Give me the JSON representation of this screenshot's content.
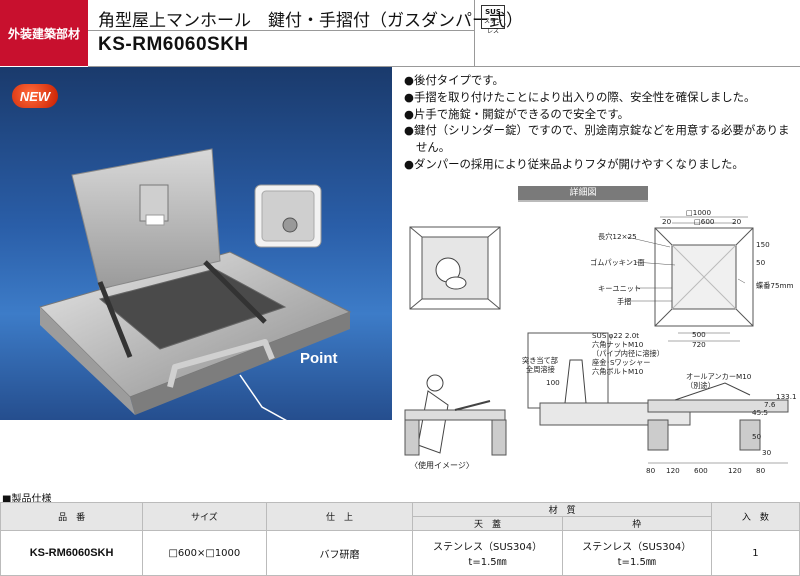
{
  "header": {
    "category": "外装建築部材",
    "title": "角型屋上マンホール　鍵付・手摺付（ガスダンパー式）",
    "model": "KS-RM6060SKH",
    "badge_top": "SUS",
    "badge_bottom": "ステンレス"
  },
  "photo": {
    "new_badge": "NEW",
    "callout": "Point"
  },
  "features": [
    "●後付タイプです。",
    "●手摺を取り付けたことにより出入りの際、安全性を確保しました。",
    "●片手で施錠・開錠ができるので安全です。",
    "●鍵付（シリンダー錠）ですので、別途南京錠などを用意する必要がありません。",
    "●ダンパーの採用により従来品よりフタが開けやすくなりました。"
  ],
  "detail": {
    "header": "詳細図",
    "caption": "〈使用イメージ〉",
    "labels": {
      "outer": "□1000",
      "inner": "□600",
      "d20a": "20",
      "d20b": "20",
      "slot": "長穴12×25",
      "gasket": "ゴムパッキン1面",
      "key": "キーユニット",
      "rail": "手摺",
      "hinge": "蝶番75mm",
      "d150": "150",
      "d50a": "50",
      "d500": "500",
      "d720": "720",
      "sus22": "SUS φ22 2.0t",
      "nut": "六角ナットM10",
      "nut_note": "（パイプ内径に溶接）",
      "washer": "座金･Sワッシャー",
      "bolt": "六角ボルトM10",
      "stopper1": "突き当て部",
      "stopper2": "全周溶接",
      "d100": "100",
      "anchor": "オールアンカーM10",
      "anchor_note": "（別途）",
      "d45_5": "45.5",
      "d7_6": "7.6",
      "d133_1": "133.1",
      "d50b": "50",
      "d30": "30",
      "b80a": "80",
      "b120a": "120",
      "b600": "600",
      "b120b": "120",
      "b80b": "80"
    }
  },
  "spec": {
    "title": "■製品仕様",
    "headers": {
      "item": "品　番",
      "size": "サイズ",
      "finish": "仕　上",
      "material": "材　質",
      "lid": "天　蓋",
      "frame": "枠",
      "qty": "入　数"
    },
    "row": {
      "model": "KS-RM6060SKH",
      "size": "□600×□1000",
      "finish": "バフ研磨",
      "lid_line1": "ステンレス（SUS304）",
      "lid_line2": "t=1.5㎜",
      "frame_line1": "ステンレス（SUS304）",
      "frame_line2": "t=1.5㎜",
      "qty": "1"
    }
  }
}
